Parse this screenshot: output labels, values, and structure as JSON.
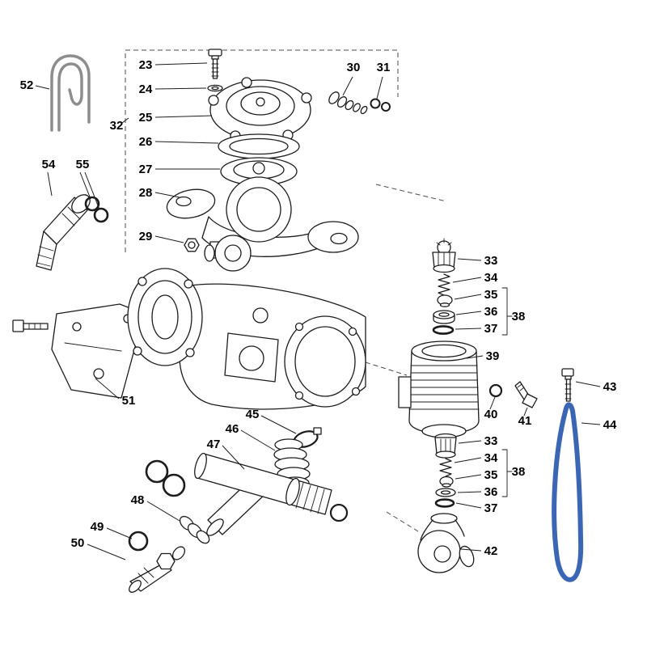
{
  "diagram": {
    "highlight_color": "#3b66b3",
    "line_color": "#1c1c1c",
    "background": "#ffffff",
    "labels": {
      "l23": "23",
      "l24": "24",
      "l25": "25",
      "l26": "26",
      "l27": "27",
      "l28": "28",
      "l29": "29",
      "l30": "30",
      "l31": "31",
      "l32": "32",
      "l33a": "33",
      "l34a": "34",
      "l35a": "35",
      "l36a": "36",
      "l37a": "37",
      "l38a": "38",
      "l39": "39",
      "l40": "40",
      "l41": "41",
      "l42": "42",
      "l43": "43",
      "l44": "44",
      "l45": "45",
      "l46": "46",
      "l47": "47",
      "l48": "48",
      "l49": "49",
      "l50": "50",
      "l51": "51",
      "l52": "52",
      "l54": "54",
      "l55": "55",
      "l33b": "33",
      "l34b": "34",
      "l35b": "35",
      "l36b": "36",
      "l37b": "37",
      "l38b": "38"
    }
  }
}
